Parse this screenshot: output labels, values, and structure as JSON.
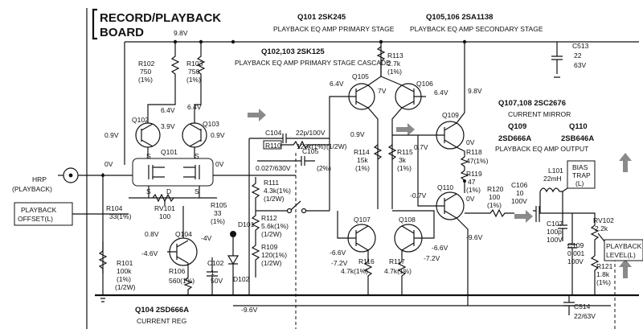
{
  "title": {
    "line1": "RECORD/PLAYBACK",
    "line2": "BOARD"
  },
  "stage_labels": {
    "q101": "Q101  2SK245",
    "q101_desc": "PLAYBACK EQ AMP PRIMARY STAGE",
    "q105": "Q105,106  2SA1138",
    "q105_desc": "PLAYBACK EQ AMP SECONDARY STAGE",
    "q102": "Q102,103  2SK125",
    "q102_desc": "PLAYBACK EQ AMP PRIMARY STAGE CASCADE",
    "q107": "Q107,108  2SC2676",
    "q107_desc": "CURRENT MIRROR",
    "q109": "Q109",
    "q109_part": "2SD666A",
    "q110": "Q110",
    "q110_part": "2SB646A",
    "q109_desc": "PLAYBACK EQ AMP OUTPUT",
    "q104": "Q104  2SD666A",
    "q104_desc": "CURRENT REG"
  },
  "connectors": {
    "hrp": "HRP",
    "hrp_sub": "(PLAYBACK)",
    "offset_1": "PLAYBACK",
    "offset_2": "OFFSET(L)",
    "bias_1": "BIAS",
    "bias_2": "TRAP",
    "bias_3": "(L)",
    "level_1": "PLAYBACK",
    "level_2": "LEVEL(L)"
  },
  "voltages": {
    "v98_top": "9.8V",
    "v98_right": "9.8V",
    "v64_q102": "6.4V",
    "v64_q103": "6.4V",
    "v64_q105": "6.4V",
    "v64_q106": "6.4V",
    "v7_q105": "7V",
    "v39": "3.9V",
    "v09_q102": "0.9V",
    "v09_q103": "0.9V",
    "v09_q105": "0.9V",
    "v07": "0.7V",
    "v0_q109": "0V",
    "v0_in": "0V",
    "v0_mid": "0V",
    "v0_q110": "0V",
    "vm07": "-0.7V",
    "vm66_q107": "-6.6V",
    "vm66_q108": "-6.6V",
    "vm72_q107": "-7.2V",
    "vm72_q108": "-7.2V",
    "vm96_right": "-9.6V",
    "vm96_bottom": "-9.6V",
    "v08": "0.8V",
    "vm4": "-4V",
    "vm46": "-4.6V"
  },
  "transistor_labels": {
    "q101": "Q101",
    "q102": "Q102",
    "q103": "Q103",
    "q104": "Q104",
    "q105": "Q105",
    "q106": "Q106",
    "q107": "Q107",
    "q108": "Q108",
    "q109": "Q109",
    "q110": "Q110",
    "pin_s": "S",
    "pin_d": "D"
  },
  "components": {
    "r102": [
      "R102",
      "750",
      "(1%)"
    ],
    "r103": [
      "R103",
      "750",
      "(1%)"
    ],
    "r113": [
      "R113",
      "2.7k",
      "(1%)"
    ],
    "r114": [
      "R114",
      "15k",
      "(1%)"
    ],
    "r115": [
      "R115",
      "3k",
      "(1%)"
    ],
    "r118": [
      "R118",
      "47(1%)"
    ],
    "r119": [
      "R119",
      "47",
      "(1%)"
    ],
    "r120": [
      "R120",
      "100",
      "(1%)"
    ],
    "r104": [
      "R104",
      "33(1%)"
    ],
    "rv101": [
      "RV101",
      "100"
    ],
    "r105": [
      "R105",
      "33",
      "(1%)"
    ],
    "r111": [
      "R111",
      "4.3k(1%)",
      "(1/2W)"
    ],
    "r112": [
      "R112",
      "5.6k(1%)",
      "(1/2W)"
    ],
    "r109": [
      "R109",
      "120(1%)",
      "(1/2W)"
    ],
    "r110": [
      "R110",
      "120k(1%)",
      "(1/2W)"
    ],
    "r101": [
      "R101",
      "100k",
      "(1%)",
      "(1/2W)"
    ],
    "r106": [
      "R106",
      "560(1%)"
    ],
    "r116": [
      "R116",
      "4.7k(1%)"
    ],
    "r117": [
      "R117",
      "4.7k(1%)"
    ],
    "r121": [
      "R121",
      "1.8k",
      "(1%)"
    ],
    "rv102": [
      "RV102",
      "2.2k"
    ],
    "c104": [
      "C104",
      "22p/100V"
    ],
    "c105": [
      "C105",
      "0.027/630V",
      "(2%)"
    ],
    "c106": [
      "C106",
      "10",
      "100V"
    ],
    "c107": [
      "C107",
      "100p",
      "100V"
    ],
    "c109": [
      "C109",
      "0.001",
      "100V"
    ],
    "c102": [
      "C102",
      "1",
      "50V"
    ],
    "c513": [
      "C513",
      "22",
      "63V"
    ],
    "c514": [
      "C514",
      "22/63V"
    ],
    "l101": [
      "L101",
      "22mH"
    ],
    "d101": "D101",
    "d102": "D102"
  }
}
